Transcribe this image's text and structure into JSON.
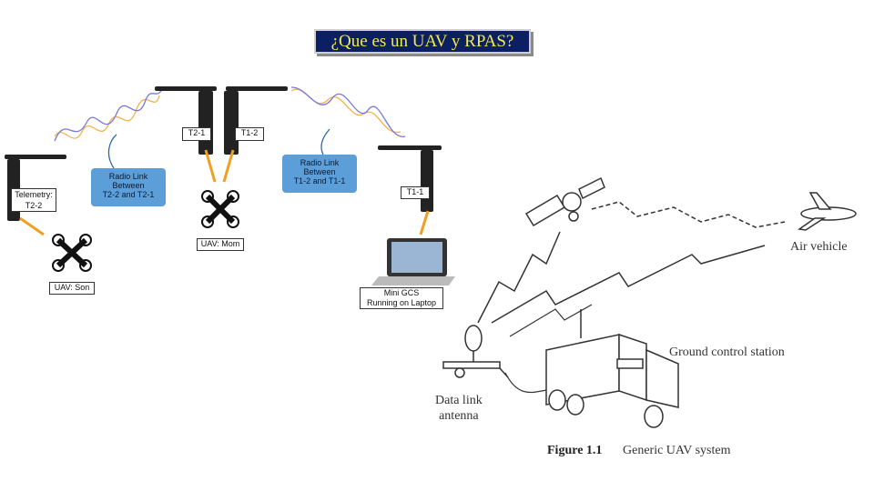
{
  "title": "¿Que es un UAV y RPAS?",
  "left_diagram": {
    "t2_1": "T2-1",
    "t1_2": "T1-2",
    "t1_1": "T1-1",
    "telemetry": [
      "Telemetry:",
      "T2-2"
    ],
    "radio_left": [
      "Radio Link",
      "Between",
      "T2-2 and T2-1"
    ],
    "radio_right": [
      "Radio Link",
      "Between",
      "T1-2 and T1-1"
    ],
    "uav_mom": "UAV: Mom",
    "uav_son": "UAV: Son",
    "gcs": [
      "Mini GCS",
      "Running on Laptop"
    ]
  },
  "right_diagram": {
    "air_vehicle": "Air vehicle",
    "ground_station": "Ground control station",
    "data_link": [
      "Data link",
      "antenna"
    ],
    "figure_number": "Figure 1.1",
    "figure_caption": "Generic UAV system"
  }
}
